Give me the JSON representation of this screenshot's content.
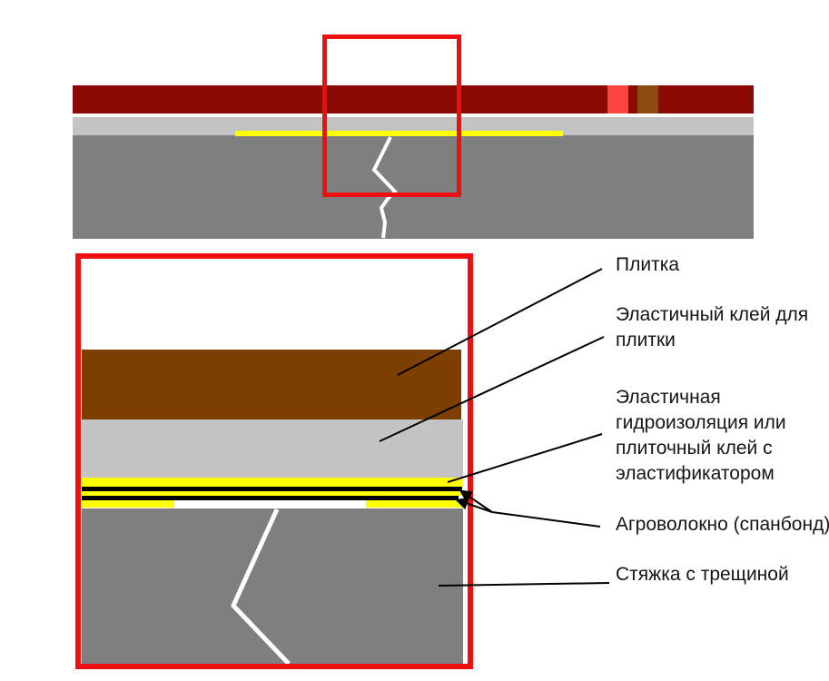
{
  "colors": {
    "dark_red": "#8B0A03",
    "accent_red": "#FA453F",
    "top_brown": "#8B4A10",
    "detail_brown": "#7E4002",
    "light_gray": "#C4C4C4",
    "mid_gray": "#7F7F7F",
    "yellow": "#FFFF00",
    "outline_red": "#EC1010",
    "ink": "#151515"
  },
  "diagram": {
    "labels": {
      "tile": {
        "lines": [
          "Плитка"
        ]
      },
      "glue": {
        "lines": [
          "Эластичный клей для",
          "плитки"
        ]
      },
      "waterproofing": {
        "lines": [
          "Эластичная",
          "гидроизоляция или",
          "плиточный клей с",
          "эластификатором"
        ]
      },
      "spunbond": {
        "lines": [
          "Агроволокно (спанбонд)"
        ]
      },
      "screed": {
        "lines": [
          "Стяжка с трещиной"
        ]
      }
    },
    "legend": [
      {
        "label": "Плитка",
        "target": "brown tile layer"
      },
      {
        "label": "Эластичный клей для плитки",
        "target": "light gray adhesive layer"
      },
      {
        "label": "Эластичная гидроизоляция или плиточный клей с эластификатором",
        "target": "yellow membrane layer"
      },
      {
        "label": "Агроволокно (спанбонд)",
        "target": "two black spunbond sheets"
      },
      {
        "label": "Стяжка с трещиной",
        "target": "gray screed with white crack"
      }
    ]
  }
}
